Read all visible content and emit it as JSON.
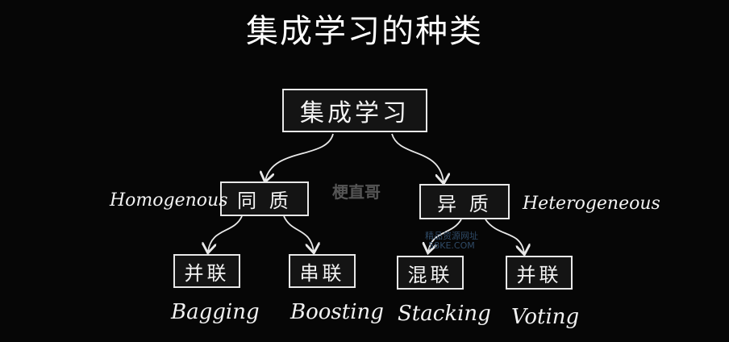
{
  "title": "集成学习的种类",
  "nodes": {
    "root": "集成学习",
    "homogeneous": "同 质",
    "heterogeneous": "异 质",
    "parallel_1": "并联",
    "serial": "串联",
    "hybrid": "混联",
    "parallel_2": "并联"
  },
  "labels": {
    "homogeneous_en": "Homogenous",
    "heterogeneous_en": "Heterogeneous",
    "bagging": "Bagging",
    "boosting": "Boosting",
    "stacking": "Stacking",
    "voting": "Voting"
  },
  "watermark": {
    "center": "梗直哥",
    "site_line1": "精品资源网址",
    "site_line2": "58KE.COM"
  }
}
